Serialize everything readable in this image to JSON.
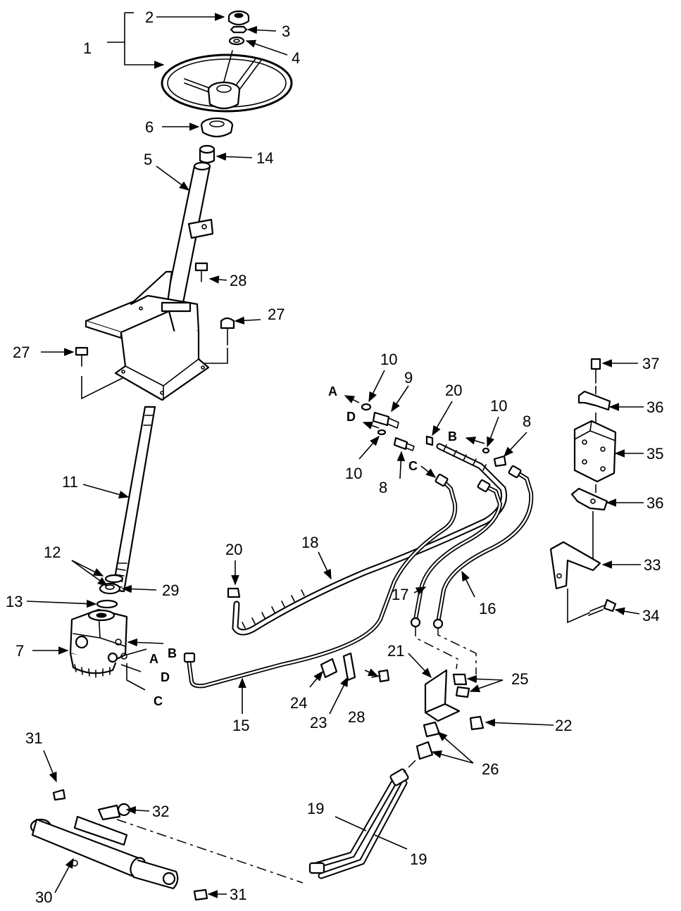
{
  "callouts": [
    "1",
    "2",
    "3",
    "4",
    "5",
    "6",
    "7",
    "8",
    "8",
    "9",
    "10",
    "10",
    "10",
    "11",
    "12",
    "13",
    "14",
    "15",
    "16",
    "17",
    "18",
    "19",
    "19",
    "20",
    "20",
    "21",
    "22",
    "23",
    "24",
    "25",
    "26",
    "27",
    "27",
    "28",
    "28",
    "29",
    "30",
    "31",
    "31",
    "32",
    "33",
    "34",
    "35",
    "36",
    "36",
    "37"
  ],
  "ports": [
    "A",
    "B",
    "C",
    "D",
    "A",
    "B",
    "C",
    "D"
  ]
}
